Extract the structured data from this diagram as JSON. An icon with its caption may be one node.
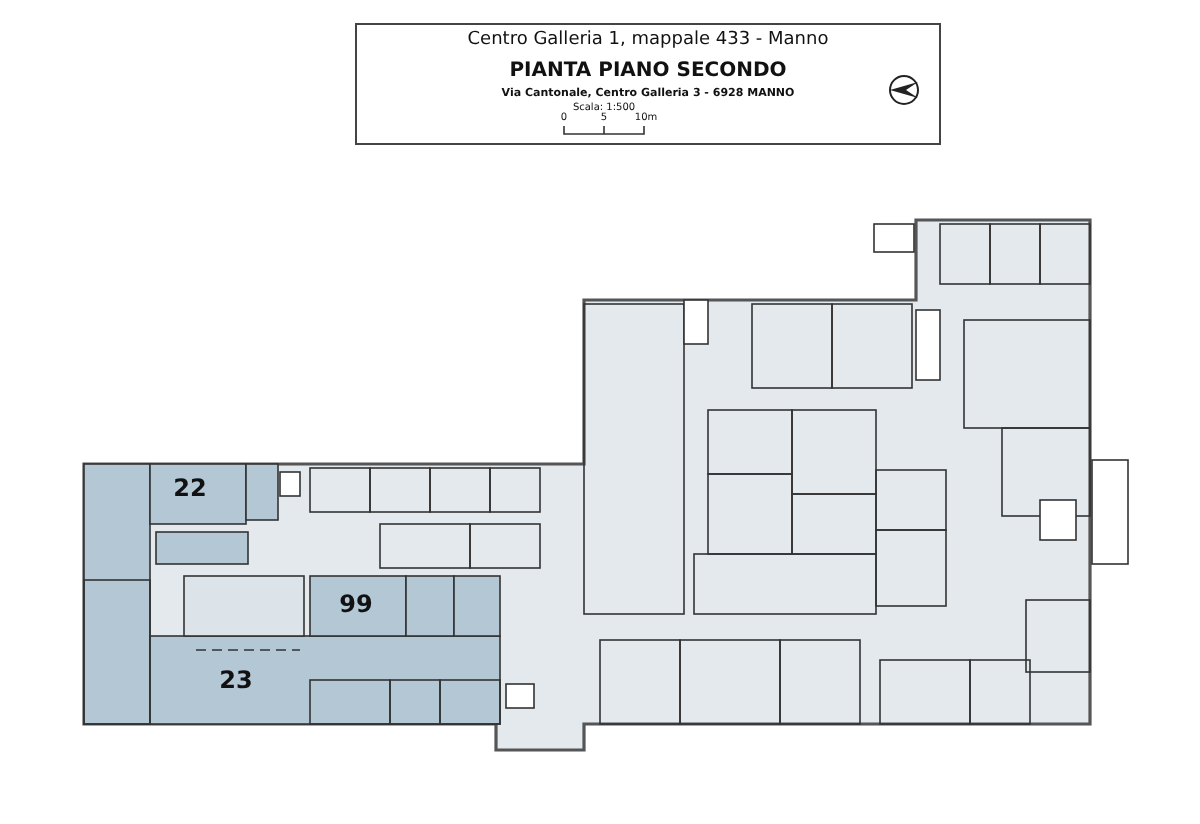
{
  "diagram": {
    "title": "PIANTA PIANO SECONDO",
    "labels": [
      "Centro Galleria 1, mappale 433 - Manno",
      "Via Cantonale, Centro Galleria 3 - 6928 MANNO",
      "Scala: 1:500",
      "0",
      "5",
      "10m",
      "22",
      "99",
      "23"
    ]
  }
}
